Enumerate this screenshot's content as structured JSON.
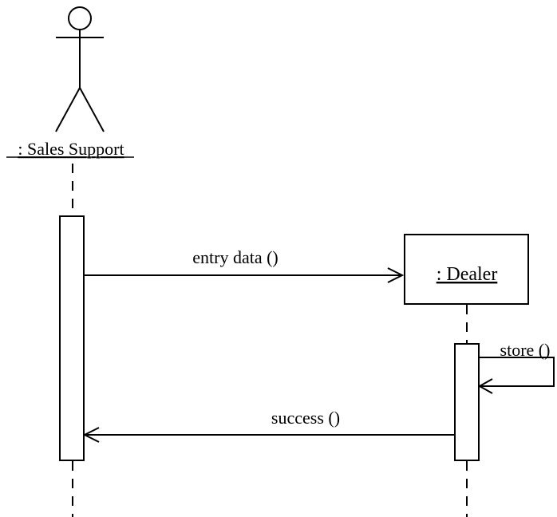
{
  "actor": {
    "name": ": Sales Support"
  },
  "objects": [
    {
      "name": ": Dealer"
    }
  ],
  "messages": [
    {
      "label": "entry data ()",
      "from": ": Sales Support",
      "to": ": Dealer"
    },
    {
      "label": "store ()",
      "from": ": Dealer",
      "to": ": Dealer"
    },
    {
      "label": "success ()",
      "from": ": Dealer",
      "to": ": Sales Support"
    }
  ]
}
